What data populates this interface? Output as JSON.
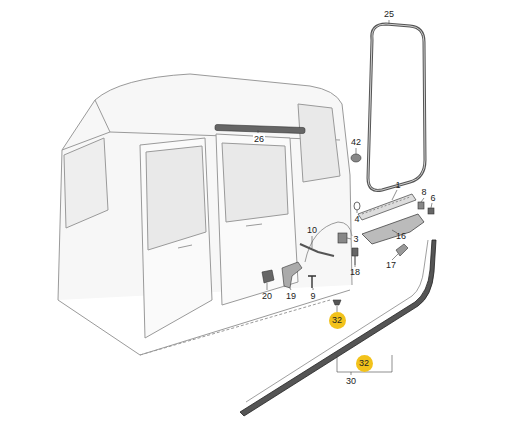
{
  "diagram": {
    "nodes": [
      {
        "text": [
          "32"
        ]
      },
      {
        "text": [
          "32"
        ]
      }
    ],
    "labels": [
      "25",
      "26",
      "42",
      "1",
      "8",
      "6",
      "4",
      "3",
      "16",
      "10",
      "18",
      "17",
      "20",
      "19",
      "9",
      "30"
    ]
  }
}
